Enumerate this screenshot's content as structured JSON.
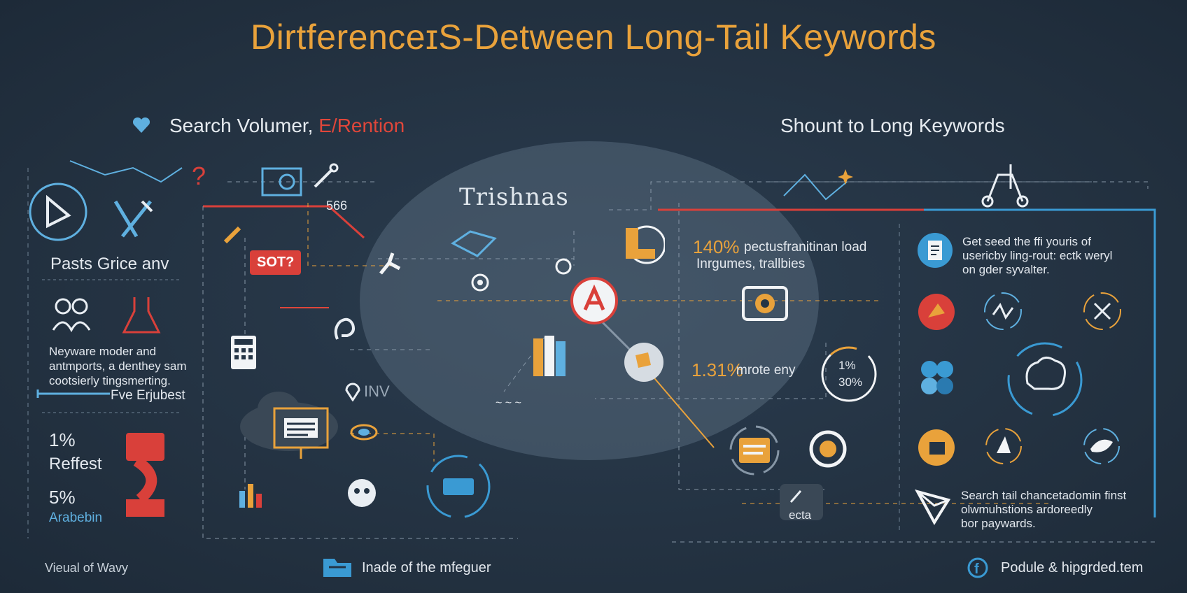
{
  "title": "DirtferenceɪS-Detween Long-Tail Keywords",
  "left_header": {
    "prefix": "Search Volumer,",
    "accent": "E/Rention"
  },
  "right_header": "Shount to Long Keywords",
  "center_label": "Trishnas",
  "left_panel": {
    "label1": "Pasts Grice anv",
    "desc": [
      "Neyware moder and",
      "antmports, a denthey sam",
      "cootsierly tingsmerting."
    ],
    "arrow_label": "Fve Erjubest",
    "stat1": "1%",
    "stat1_label": "Reffest",
    "stat2": "5%",
    "stat2_label": "Arabebin"
  },
  "center": {
    "num_566": "566",
    "sot_badge": "SOT?",
    "inv_label": "INV",
    "stat_a_value": "140%",
    "stat_a_text": [
      "pectusfranitinan load",
      "Inrgumes, trallbies"
    ],
    "stat_b_value": "1.31%",
    "stat_b_text": "mrote eny",
    "ring_top": "1%",
    "ring_bottom": "30%",
    "ecta_label": "ecta"
  },
  "right_panel": {
    "top_text": [
      "Get seed the ffi youris of",
      "usericby ling-rout: ectk weryl",
      "on gder syvalter."
    ],
    "bottom_text": [
      "Search tail chancetadomin finst",
      "olwmuhstions ardoreedly",
      "bor paywards."
    ]
  },
  "footer": {
    "left": "Vieual of Wavy",
    "center": "Inade of the mfeguer",
    "right": "Podule & hipgrded.tem"
  },
  "icons": [
    "heart-icon",
    "ship-icon",
    "tools-icon",
    "question-icon",
    "monitor-icon",
    "chart-icon",
    "people-icon",
    "flask-icon",
    "calculator-icon",
    "cloud-icon",
    "document-icon",
    "books-icon",
    "boot-icon",
    "camera-icon",
    "target-icon",
    "location-pin-icon",
    "gear-icon",
    "brain-icon",
    "facebook-icon",
    "folder-icon"
  ],
  "colors": {
    "background": "#243445",
    "accent": "#e9a23b",
    "blue": "#5fb0e0",
    "red": "#e0463a"
  }
}
